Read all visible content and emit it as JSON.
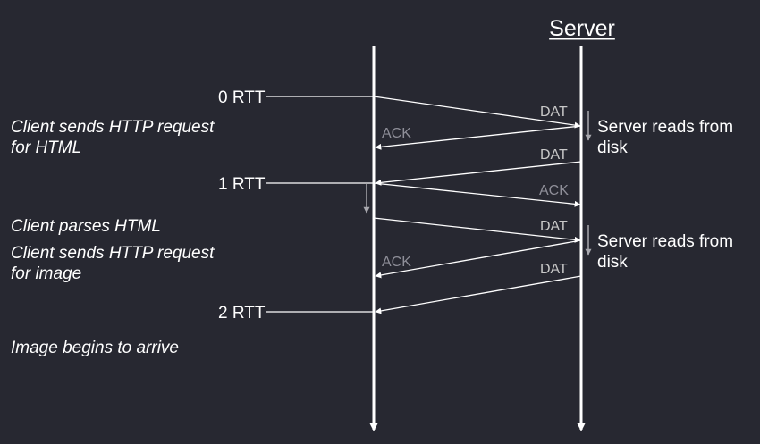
{
  "colors": {
    "background": "#272831",
    "line": "#ffffff",
    "text": "#ffffff",
    "message_label": "#c8c8c8",
    "ack_label": "#8e8e98",
    "wait_arrow": "#a8a8ae"
  },
  "server": {
    "title": "Server"
  },
  "rtt_labels": [
    "0 RTT",
    "1 RTT",
    "2 RTT"
  ],
  "client_notes": {
    "request_html_1": "Client sends HTTP request",
    "request_html_2": "for HTML",
    "parses": "Client parses HTML",
    "request_image_1": "Client sends HTTP request",
    "request_image_2": "for image",
    "arrive": "Image begins to arrive"
  },
  "server_notes": {
    "read1_1": "Server reads from",
    "read1_2": "disk",
    "read2_1": "Server reads from",
    "read2_2": "disk"
  },
  "messages": {
    "dat1": "DAT",
    "ack1": "ACK",
    "dat2": "DAT",
    "ack2": "ACK",
    "dat3": "DAT",
    "ack3": "ACK",
    "dat4": "DAT"
  }
}
